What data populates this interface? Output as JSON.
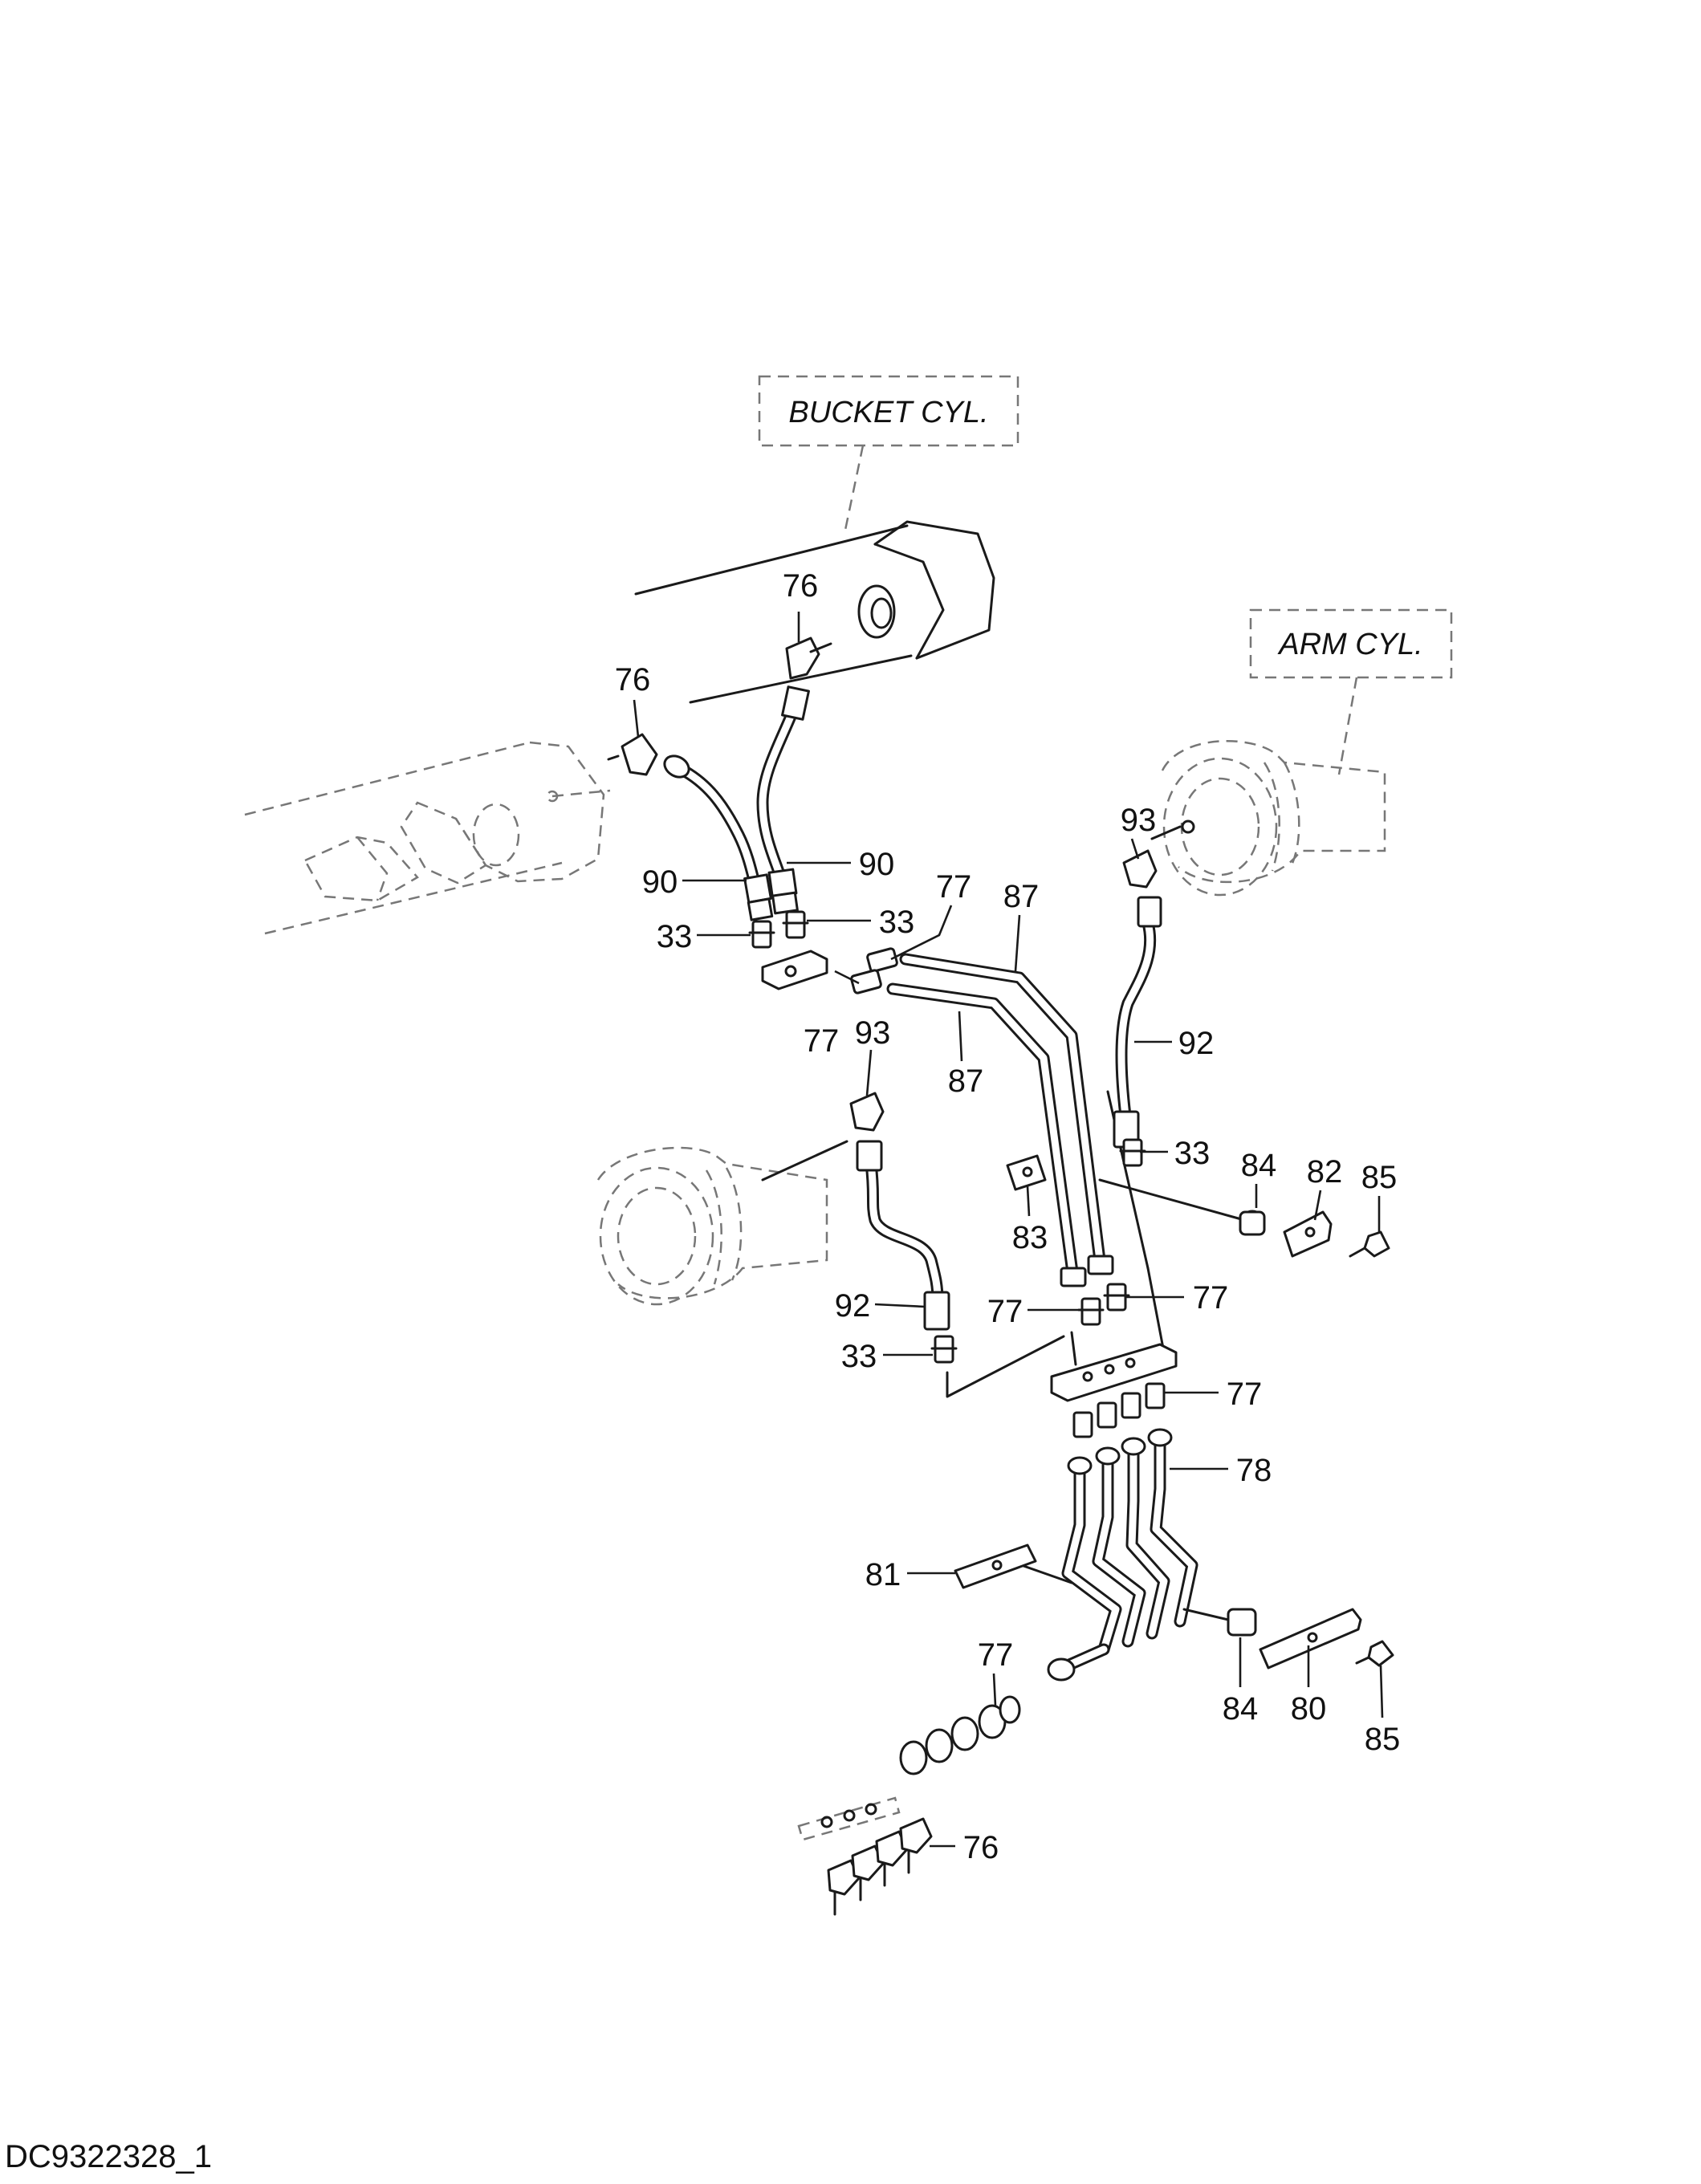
{
  "callouts": {
    "bucket_cyl": "BUCKET CYL.",
    "arm_cyl": "ARM CYL."
  },
  "parts": [
    {
      "id": "p76a",
      "number": "76"
    },
    {
      "id": "p76b",
      "number": "76"
    },
    {
      "id": "p90a",
      "number": "90"
    },
    {
      "id": "p90b",
      "number": "90"
    },
    {
      "id": "p33a",
      "number": "33"
    },
    {
      "id": "p33b",
      "number": "33"
    },
    {
      "id": "p77a",
      "number": "77"
    },
    {
      "id": "p87a",
      "number": "87"
    },
    {
      "id": "p93a",
      "number": "93"
    },
    {
      "id": "p77b",
      "number": "77"
    },
    {
      "id": "p93b",
      "number": "93"
    },
    {
      "id": "p87b",
      "number": "87"
    },
    {
      "id": "p92a",
      "number": "92"
    },
    {
      "id": "p33c",
      "number": "33"
    },
    {
      "id": "p84a",
      "number": "84"
    },
    {
      "id": "p82",
      "number": "82"
    },
    {
      "id": "p85a",
      "number": "85"
    },
    {
      "id": "p83",
      "number": "83"
    },
    {
      "id": "p92b",
      "number": "92"
    },
    {
      "id": "p77c",
      "number": "77"
    },
    {
      "id": "p77d",
      "number": "77"
    },
    {
      "id": "p33d",
      "number": "33"
    },
    {
      "id": "p77e",
      "number": "77"
    },
    {
      "id": "p78",
      "number": "78"
    },
    {
      "id": "p81",
      "number": "81"
    },
    {
      "id": "p77f",
      "number": "77"
    },
    {
      "id": "p84b",
      "number": "84"
    },
    {
      "id": "p80",
      "number": "80"
    },
    {
      "id": "p85b",
      "number": "85"
    },
    {
      "id": "p76c",
      "number": "76"
    }
  ],
  "drawing_code": "DC9322328_1"
}
